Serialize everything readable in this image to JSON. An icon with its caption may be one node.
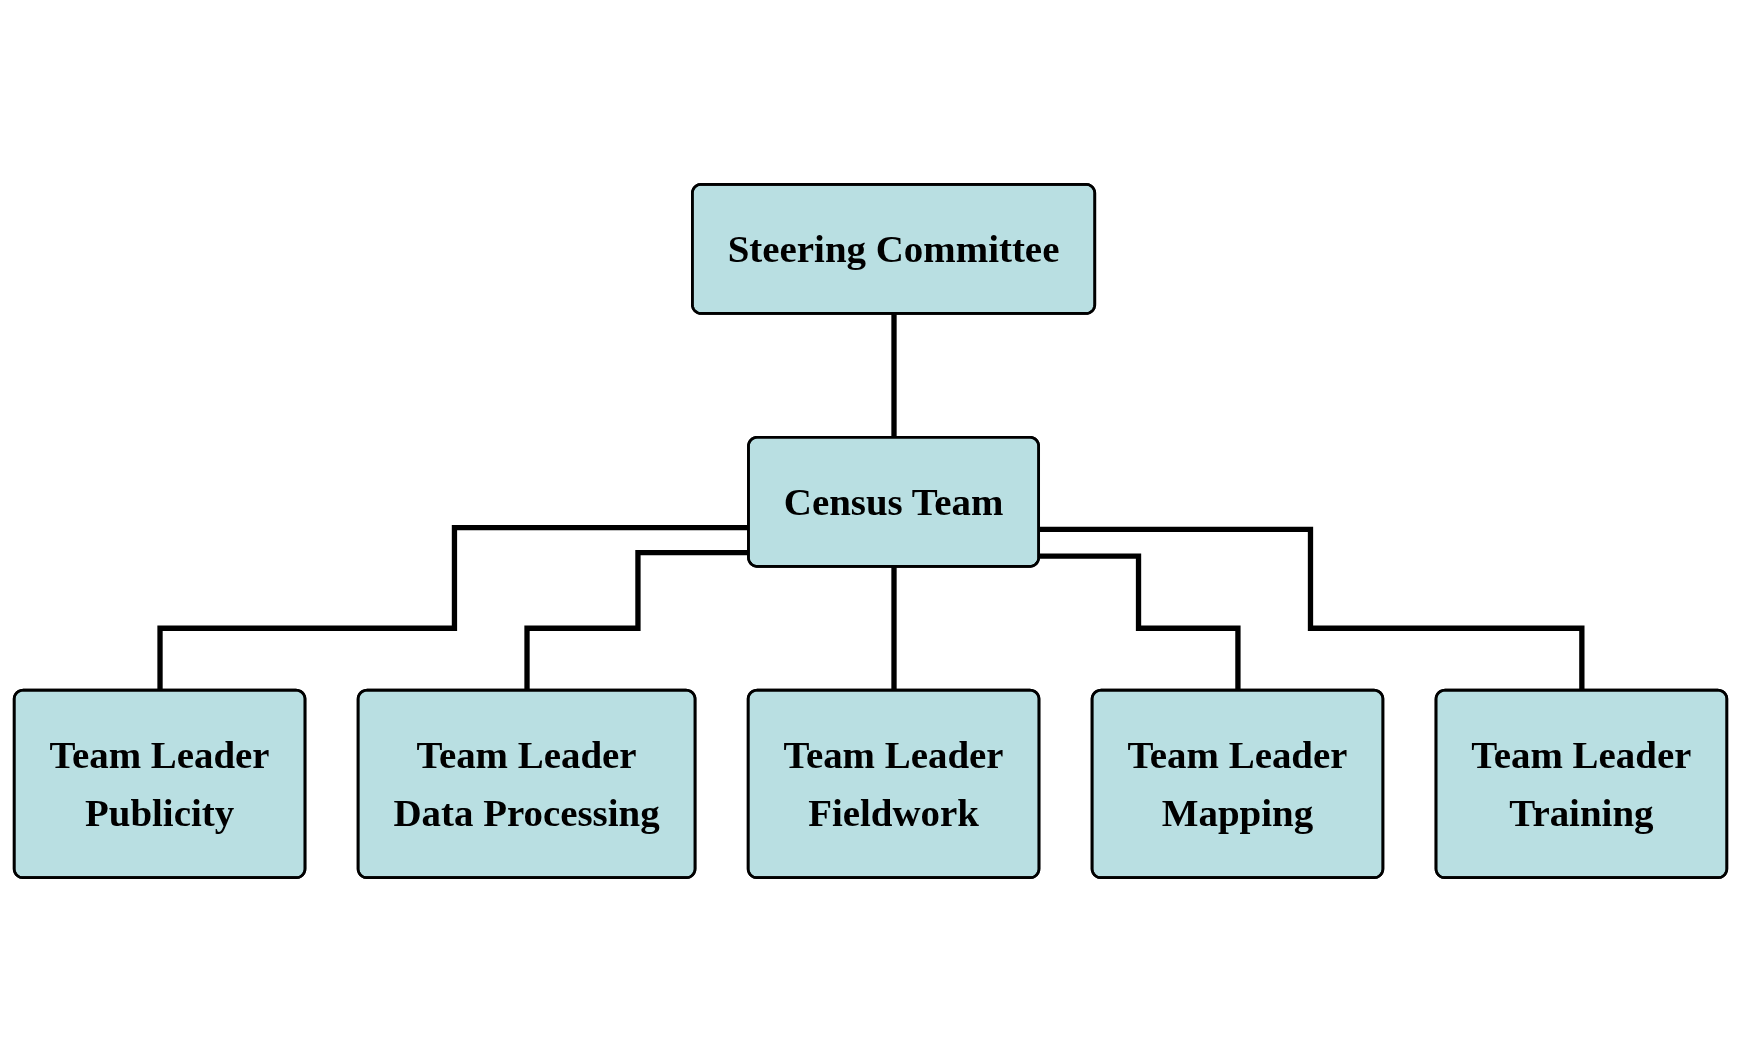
{
  "diagram": {
    "nodes": [
      {
        "text": [
          "Steering Committee"
        ]
      },
      {
        "text": [
          "Census Team"
        ]
      },
      {
        "text": [
          "Team Leader",
          "Publicity"
        ]
      },
      {
        "text": [
          "Team Leader",
          "Data Processing"
        ]
      },
      {
        "text": [
          "Team Leader",
          "Fieldwork"
        ]
      },
      {
        "text": [
          "Team Leader",
          "Mapping"
        ]
      },
      {
        "text": [
          "Team Leader",
          "Training"
        ]
      }
    ],
    "edges": [
      {
        "from": 0,
        "to": 1,
        "arrow": "none"
      },
      {
        "from": 1,
        "to": 2,
        "arrow": "none"
      },
      {
        "from": 1,
        "to": 3,
        "arrow": "none"
      },
      {
        "from": 1,
        "to": 4,
        "arrow": "none"
      },
      {
        "from": 1,
        "to": 5,
        "arrow": "none"
      },
      {
        "from": 1,
        "to": 6,
        "arrow": "none"
      }
    ]
  }
}
